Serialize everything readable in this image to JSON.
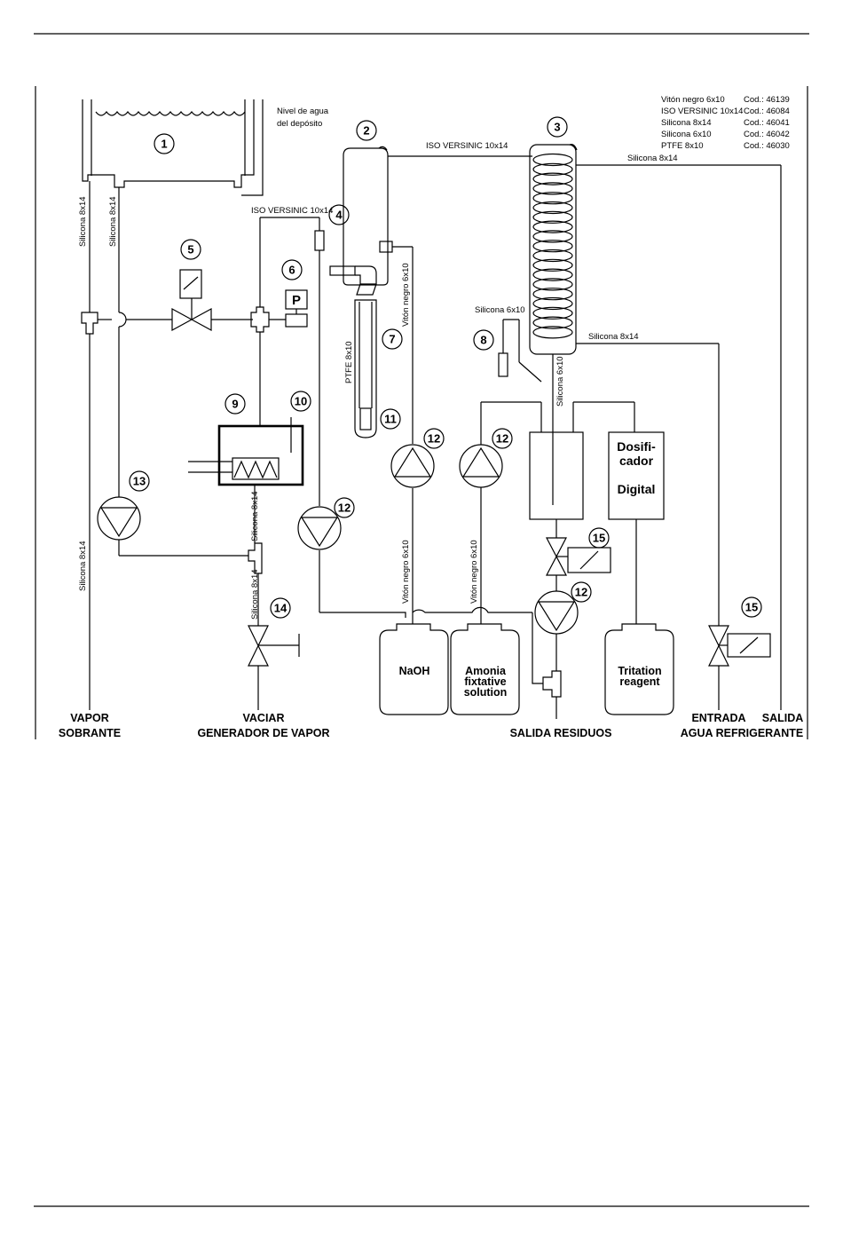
{
  "legend": [
    {
      "material": "Vitón negro 6x10",
      "code": "Cod.: 46139"
    },
    {
      "material": "ISO VERSINIC 10x14",
      "code": "Cod.: 46084"
    },
    {
      "material": "Silicona 8x14",
      "code": "Cod.: 46041"
    },
    {
      "material": "Silicona 6x10",
      "code": "Cod.: 46042"
    },
    {
      "material": "PTFE 8x10",
      "code": "Cod.: 46030"
    }
  ],
  "tube_labels": {
    "iso_top": "ISO VERSINIC 10x14",
    "iso_left": "ISO VERSINIC 10x14",
    "sil_top_right": "Silicona 8x14",
    "sil_cond_right": "Silicona 8x14",
    "sil_6x10_8": "Silicona 6x10",
    "sil_cond_bottom": "Silicona 6x10",
    "sil_left_1": "Silicona 8x14",
    "sil_left_2": "Silicona 8x14",
    "sil_left_3": "Silicona 8x14",
    "sil_mid_1": "Silicona 8x14",
    "sil_mid_2": "Silicona 8x14",
    "viton_1": "Vitón negro 6x10",
    "viton_2": "Vitón negro 6x10",
    "viton_3": "Vitón negro 6x10",
    "ptfe": "PTFE 8x10"
  },
  "water_level": [
    "Nivel de agua",
    "del depósito"
  ],
  "pressure_symbol": "P",
  "dosing": [
    "Dosifi-",
    "cador",
    "",
    "Digital"
  ],
  "bottles": {
    "naoh": [
      "NaOH"
    ],
    "amonia": [
      "Amonia",
      "fixtative",
      "solution"
    ],
    "titration": [
      "Tritation",
      "reagent"
    ]
  },
  "bottom_labels": {
    "vapor": [
      "VAPOR",
      "SOBRANTE"
    ],
    "vaciar": [
      "VACIAR",
      "GENERADOR DE VAPOR"
    ],
    "salida_residuos": [
      "SALIDA RESIDUOS"
    ],
    "entrada": [
      "ENTRADA"
    ],
    "salida": [
      "SALIDA"
    ],
    "agua": [
      "AGUA REFRIGERANTE"
    ]
  },
  "callouts": [
    "1",
    "2",
    "3",
    "4",
    "5",
    "6",
    "7",
    "8",
    "9",
    "10",
    "11",
    "12",
    "12",
    "12",
    "12",
    "13",
    "14",
    "15",
    "15"
  ]
}
